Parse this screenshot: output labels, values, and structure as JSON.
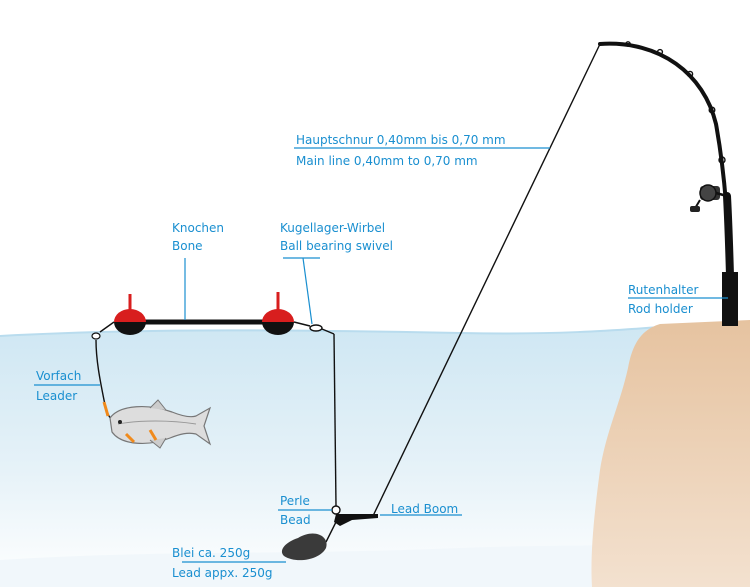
{
  "colors": {
    "label": "#1a8fd0",
    "water_top": "#cfe7f3",
    "water_bottom": "#ffffff",
    "bank": "#e8c9aa",
    "float_red": "#d81e1e",
    "line": "#111111"
  },
  "labels": {
    "main_line_de": "Hauptschnur 0,40mm bis 0,70 mm",
    "main_line_en": "Main line 0,40mm to 0,70 mm",
    "bone_de": "Knochen",
    "bone_en": "Bone",
    "swivel_de": "Kugellager-Wirbel",
    "swivel_en": "Ball bearing swivel",
    "rod_holder_de": "Rutenhalter",
    "rod_holder_en": "Rod holder",
    "leader_de": "Vorfach",
    "leader_en": "Leader",
    "bead_de": "Perle",
    "bead_en": "Bead",
    "lead_boom": "Lead Boom",
    "lead_de": "Blei ca. 250g",
    "lead_en": "Lead appx. 250g"
  },
  "icons": [
    "fishing-rod-icon",
    "reel-icon",
    "float-icon",
    "fish-icon",
    "lead-weight-icon",
    "swivel-icon"
  ]
}
